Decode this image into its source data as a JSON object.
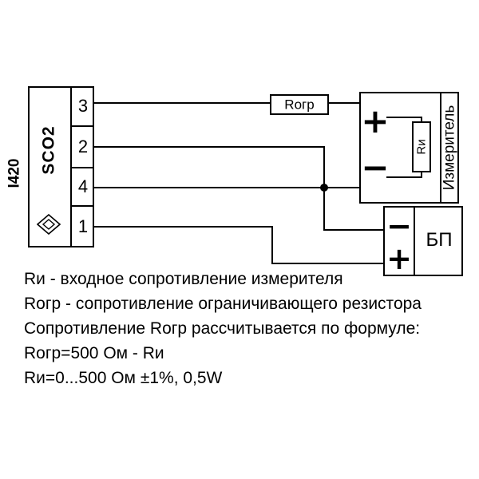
{
  "diagram": {
    "sensor": {
      "model": "I420",
      "label": "SCO2",
      "terminals": [
        "3",
        "2",
        "4",
        "1"
      ]
    },
    "limit_resistor": {
      "label": "Rогр"
    },
    "meter": {
      "label": "Измеритель",
      "plus": "+",
      "minus": "−",
      "input_resistor": "Rи"
    },
    "power_supply": {
      "label": "БП",
      "minus": "−",
      "plus": "+"
    }
  },
  "notes": [
    "Rи - входное сопротивление измерителя",
    "Rогр - сопротивление ограничивающего резистора",
    "Сопротивление  Rогр рассчитывается по формуле:",
    "Rогр=500 Ом - Rи",
    "Rи=0...500 Ом ±1%, 0,5W"
  ],
  "colors": {
    "line": "#000000",
    "background": "#ffffff"
  }
}
